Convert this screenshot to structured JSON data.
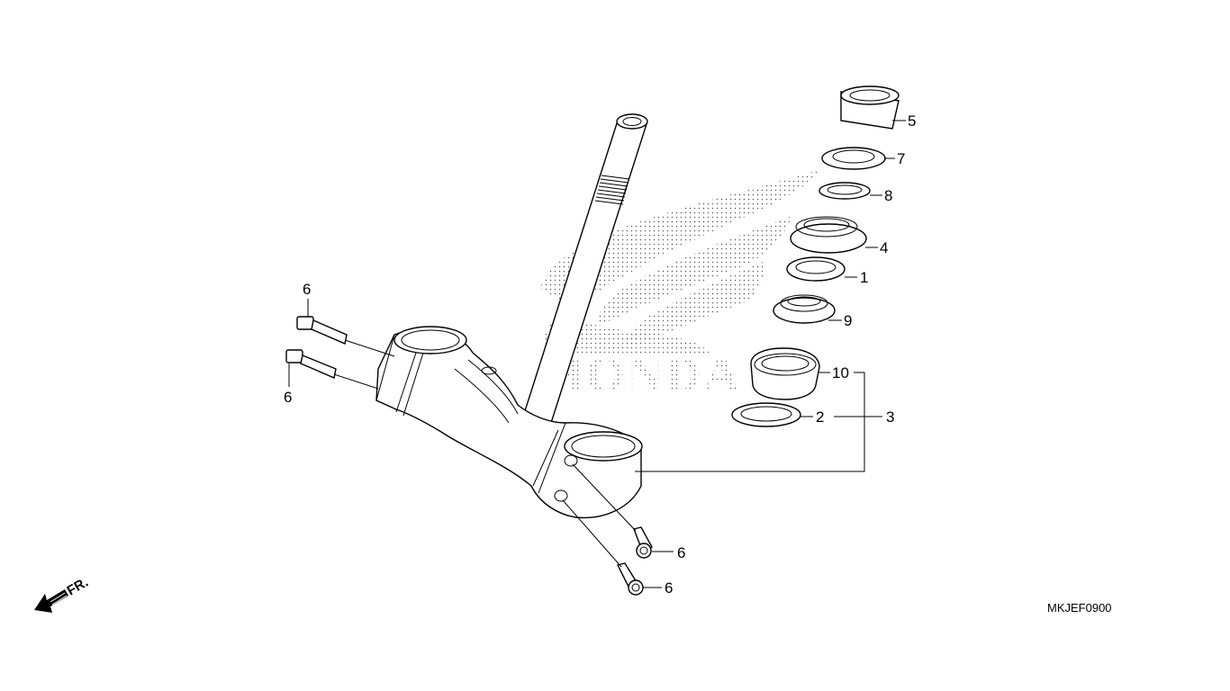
{
  "diagram": {
    "drawing_code": "MKJEF0900",
    "direction_label": "FR.",
    "watermark_text": "HONDA",
    "callouts": {
      "c1": "1",
      "c2": "2",
      "c3": "3",
      "c4": "4",
      "c5": "5",
      "c6_upper_left": "6",
      "c6_lower_left": "6",
      "c6_bolt_a": "6",
      "c6_bolt_b": "6",
      "c7": "7",
      "c8": "8",
      "c9": "9",
      "c10": "10"
    },
    "colors": {
      "line": "#000000",
      "background": "#ffffff",
      "watermark_dots": "#555555"
    }
  }
}
